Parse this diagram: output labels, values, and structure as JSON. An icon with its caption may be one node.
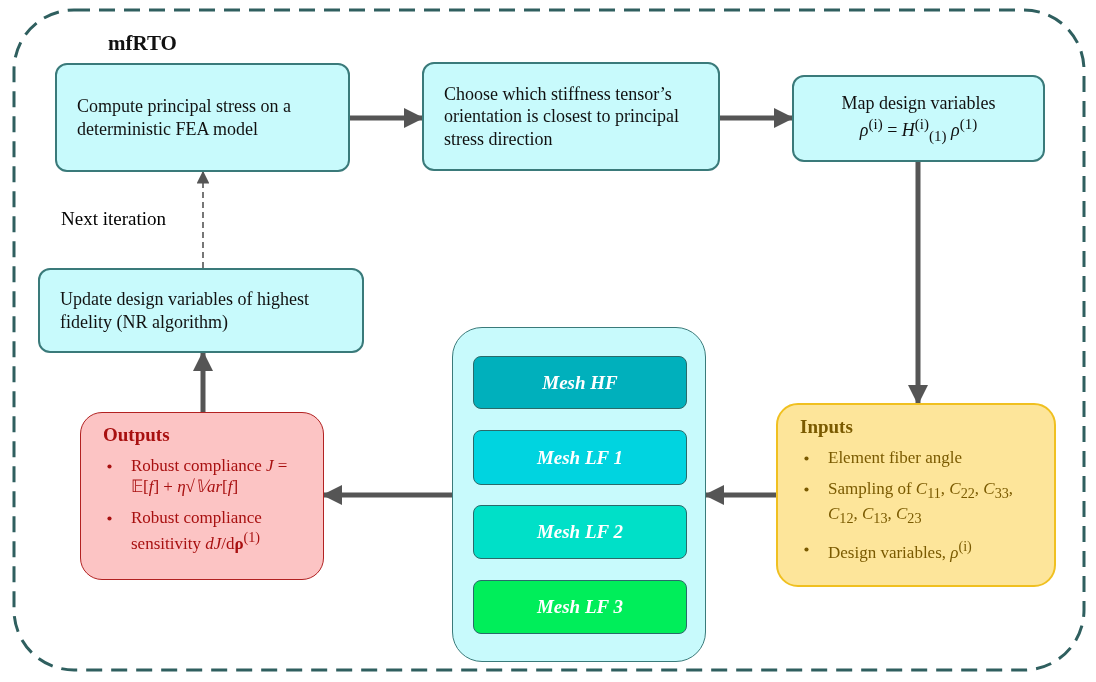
{
  "diagram": {
    "nodes": [
      {
        "text": [
          "mfRTO"
        ]
      },
      {
        "text": [
          "Compute principal stress on a deterministic FEA model"
        ],
        "in": 0
      },
      {
        "text": [
          "Choose which stiffness tensor’s orientation is closest to principal stress direction"
        ],
        "in": 0
      },
      {
        "text": [
          "Map design variables",
          "*ρ*$^{(i)}$ = *H*$^{(i)}$$_{(1)}$ *ρ*$^{(1)}$"
        ],
        "in": 0
      },
      {
        "text": [
          "Update design variables of highest fidelity (NR algorithm)"
        ],
        "in": 0
      },
      {
        "text": [
          "Outputs",
          "Robust compliance *J* = 𝔼[*f*] + *η*√*𝕍ar*[*f*]",
          "Robust compliance sensitivity *dJ*/d**ρ**$^{(1)}$"
        ],
        "in": 0
      },
      {
        "text": [],
        "shape": "box",
        "in": 0
      },
      {
        "text": [
          "Mesh HF"
        ],
        "in": 6
      },
      {
        "text": [
          "Mesh LF 1"
        ],
        "in": 6
      },
      {
        "text": [
          "Mesh LF 2"
        ],
        "in": 6
      },
      {
        "text": [
          "Mesh LF 3"
        ],
        "in": 6
      },
      {
        "text": [
          "Inputs",
          "Element fiber angle",
          "Sampling of *C*$_{11}$, *C*$_{22}$, *C*$_{33}$, *C*$_{12}$, *C*$_{13}$, *C*$_{23}$",
          "Design variables, *ρ*$^{(i)}$"
        ],
        "in": 0
      }
    ],
    "edges": [
      {
        "from": 1,
        "to": 2,
        "arrow": "to"
      },
      {
        "from": 2,
        "to": 3,
        "arrow": "to"
      },
      {
        "from": 3,
        "to": 11,
        "arrow": "to"
      },
      {
        "from": 11,
        "to": 6,
        "arrow": "to"
      },
      {
        "from": 6,
        "to": 5,
        "arrow": "to"
      },
      {
        "from": 5,
        "to": 4,
        "arrow": "to"
      },
      {
        "from": 4,
        "to": 1,
        "arrow": "to",
        "label": "Next iteration",
        "style": "dashed"
      }
    ]
  }
}
